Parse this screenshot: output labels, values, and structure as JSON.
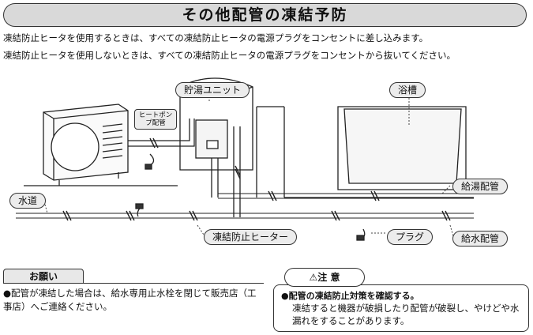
{
  "title": "その他配管の凍結予防",
  "intro": [
    "凍結防止ヒータを使用するときは、すべての凍結防止ヒータの電源プラグをコンセントに差し込みます。",
    "凍結防止ヒータを使用しないときは、すべての凍結防止ヒータの電源プラグをコンセントから抜いてください。"
  ],
  "diagram": {
    "labels": {
      "storage_unit": "貯湯ユニット",
      "bathtub": "浴槽",
      "heat_pump_piping": "ヒートポンプ配管",
      "water_main": "水道",
      "hot_water_piping": "給湯配管",
      "antifreeze_heater": "凍結防止ヒーター",
      "plug": "プラグ",
      "water_supply_piping": "給水配管"
    }
  },
  "please": {
    "tab": "お願い",
    "text": "●配管が凍結した場合は、給水専用止水栓を閉じて販売店（工事店）へご連絡ください。"
  },
  "caution": {
    "tab": "⚠注 意",
    "heading": "●配管の凍結防止対策を確認する。",
    "body": "凍結すると機器が破損したり配管が破裂し、やけどや水漏れをすることがあります。"
  }
}
